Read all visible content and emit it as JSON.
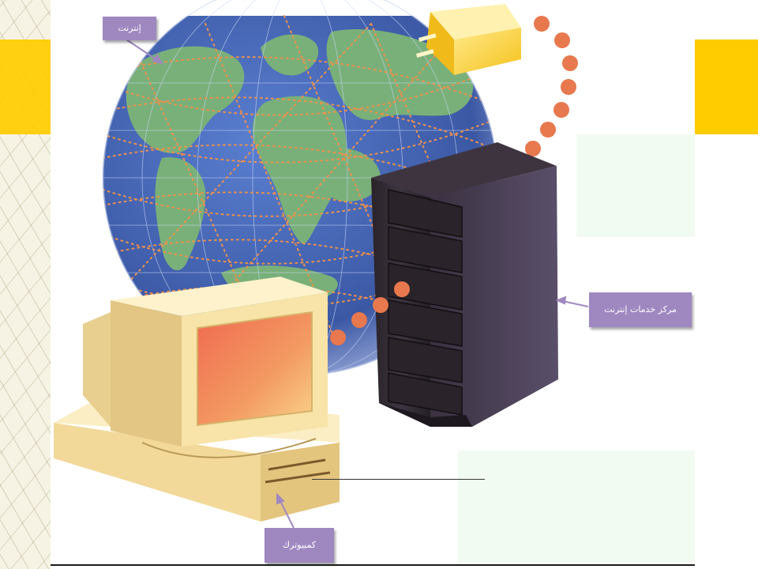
{
  "labels": {
    "internet": "إنترنت",
    "isp": "مركز خدمات إنترنت",
    "computer": "كمبيوترك"
  },
  "colors": {
    "accent": "#ffcc00",
    "callout": "#9f88c0",
    "link_dots": "#e8784e",
    "ocean": "#3f5fa8",
    "land": "#79b07a",
    "server": "#2e2830",
    "computer_case": "#f2d89a"
  },
  "icons": [
    "globe-icon",
    "power-plug-icon",
    "server-icon",
    "computer-icon"
  ]
}
